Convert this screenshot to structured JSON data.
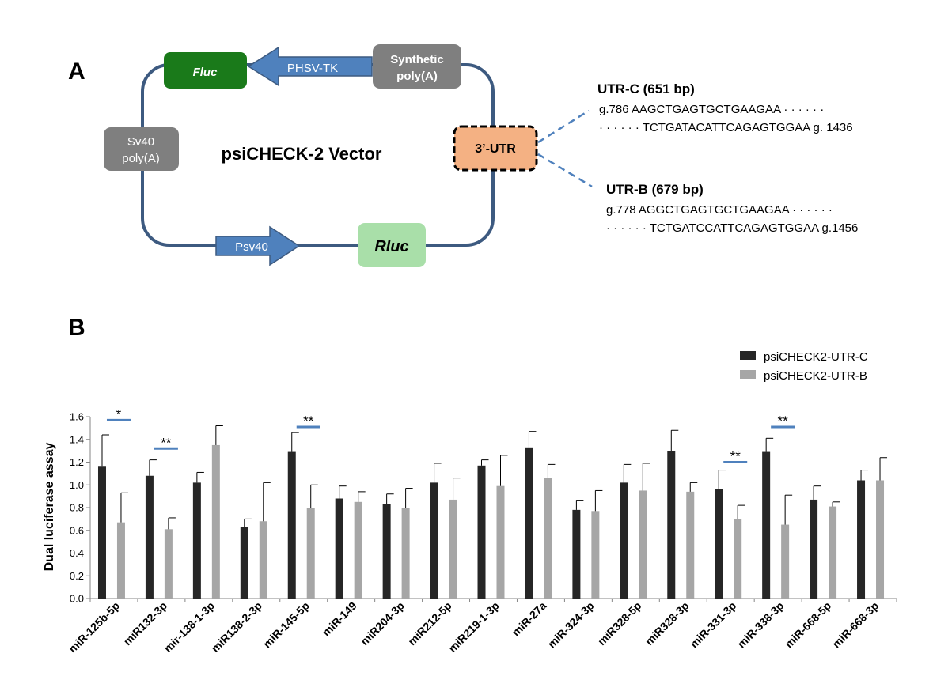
{
  "panel_a": {
    "letter": "A",
    "vector_label": "psiCHECK-2 Vector",
    "boxes": {
      "fluc": "Fluc",
      "phsv_tk": "PHSV-TK",
      "synthetic_line1": "Synthetic",
      "synthetic_line2": "poly(A)",
      "sv40_line1": "Sv40",
      "sv40_line2": "poly(A)",
      "utr3": "3’-UTR",
      "psv40": "Psv40",
      "rluc": "Rluc"
    },
    "utr_c": {
      "title": "UTR-C (651 bp)",
      "line1": "g.786 AAGCTGAGTGCTGAAGAA · · · · · ·",
      "line2": "· · · · · · TCTGATACATTCAGAGTGGAA  g. 1436"
    },
    "utr_b": {
      "title": "UTR-B (679 bp)",
      "line1": "g.778  AGGCTGAGTGCTGAAGAA · · · · · ·",
      "line2": "· · · · · · TCTGATCCATTCAGAGTGGAA  g.1456"
    },
    "colors": {
      "outline": "#3d5a80",
      "fluc": "#1a7a1a",
      "arrow": "#4f81bd",
      "gray": "#7f7f7f",
      "utr": "#f4b183",
      "rluc": "#a9dfa9"
    }
  },
  "panel_b": {
    "letter": "B"
  },
  "chart_data": {
    "type": "bar",
    "ylabel": "Dual luciferase assay",
    "ylim": [
      0,
      1.6
    ],
    "yticks": [
      "0.0",
      "0.2",
      "0.4",
      "0.6",
      "0.8",
      "1.0",
      "1.2",
      "1.4",
      "1.6"
    ],
    "legend_position": "top-right",
    "categories": [
      "miR-125b-5p",
      "miR132-3p",
      "mir-138-1-3p",
      "miR138-2-3p",
      "miR-145-5p",
      "miR-149",
      "miR204-3p",
      "miR212-5p",
      "miR219-1-3p",
      "miR-27a",
      "miR-324-3p",
      "miR328-5p",
      "miR328-3p",
      "miR-331-3p",
      "miR-338-3p",
      "miR-668-5p",
      "miR-668-3p"
    ],
    "series": [
      {
        "name": "psiCHECK2-UTR-C",
        "color": "#262626",
        "values": [
          1.16,
          1.08,
          1.02,
          0.63,
          1.29,
          0.88,
          0.83,
          1.02,
          1.17,
          1.33,
          0.78,
          1.02,
          1.3,
          0.96,
          1.29,
          0.87,
          1.04
        ],
        "errors": [
          0.28,
          0.14,
          0.09,
          0.07,
          0.17,
          0.11,
          0.09,
          0.17,
          0.05,
          0.14,
          0.08,
          0.16,
          0.18,
          0.17,
          0.12,
          0.12,
          0.09
        ]
      },
      {
        "name": "psiCHECK2-UTR-B",
        "color": "#a6a6a6",
        "values": [
          0.67,
          0.61,
          1.35,
          0.68,
          0.8,
          0.85,
          0.8,
          0.87,
          0.99,
          1.06,
          0.77,
          0.95,
          0.94,
          0.7,
          0.65,
          0.81,
          1.04
        ],
        "errors": [
          0.26,
          0.1,
          0.17,
          0.34,
          0.2,
          0.09,
          0.17,
          0.19,
          0.27,
          0.12,
          0.18,
          0.24,
          0.08,
          0.12,
          0.26,
          0.04,
          0.2
        ]
      }
    ],
    "significance": [
      {
        "category": "miR-125b-5p",
        "label": "*",
        "y": 1.57
      },
      {
        "category": "miR132-3p",
        "label": "**",
        "y": 1.32
      },
      {
        "category": "miR-145-5p",
        "label": "**",
        "y": 1.51
      },
      {
        "category": "miR-331-3p",
        "label": "**",
        "y": 1.2
      },
      {
        "category": "miR-338-3p",
        "label": "**",
        "y": 1.51
      }
    ]
  }
}
